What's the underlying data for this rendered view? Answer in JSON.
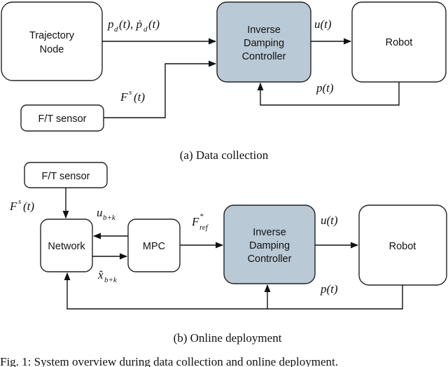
{
  "diagram_a": {
    "trajectory_line1": "Trajectory",
    "trajectory_line2": "Node",
    "idc_line1": "Inverse",
    "idc_line2": "Damping",
    "idc_line3": "Controller",
    "robot": "Robot",
    "ft_sensor": "F/T sensor",
    "label_pd": "p_d(t), ṗ_d(t)",
    "label_u": "u(t)",
    "label_fs": "F^s(t)",
    "label_p": "p(t)",
    "caption": "(a)  Data collection"
  },
  "diagram_b": {
    "ft_sensor": "F/T sensor",
    "network": "Network",
    "mpc": "MPC",
    "idc_line1": "Inverse",
    "idc_line2": "Damping",
    "idc_line3": "Controller",
    "robot": "Robot",
    "label_fs": "F^s(t)",
    "label_u_bk": "u_{b+k}",
    "label_x_bk": "x̂_{b+k}",
    "label_fref": "F*_ref",
    "label_u": "u(t)",
    "label_p": "p(t)",
    "caption": "(b)  Online deployment"
  },
  "figure_caption": "Fig. 1: System overview during data collection and online deployment."
}
